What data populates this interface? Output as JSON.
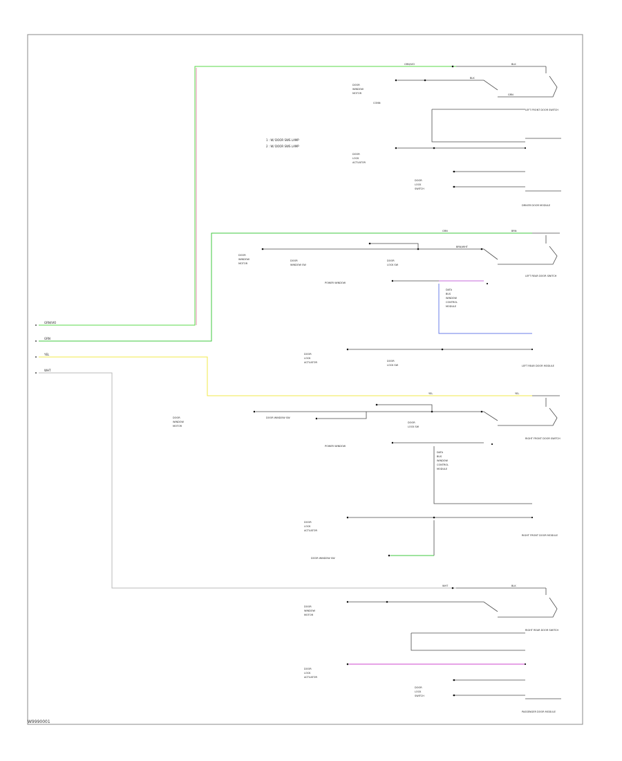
{
  "diagram_code": "W9990001",
  "wire_colors": {
    "grn_vio": "#5ad84a",
    "grn": "#3fca3f",
    "yel": "#f2e84a",
    "wht": "#b8b8b8",
    "pnk": "#e08ca8",
    "vio": "#c46ad8",
    "blu": "#6a7ce8",
    "mag": "#cc44cc"
  },
  "legend": {
    "line1": "1 : W/ DOOR SWS LAMP",
    "line2": "2 : W/ DOOR SWS LAMP"
  },
  "circuits": {
    "c1": "GRN/VIO",
    "c2": "GRN",
    "c3": "YEL",
    "c4": "WHT"
  },
  "components": {
    "lf_door_sw": "LEFT FRONT DOOR SWITCH",
    "lr_door_sw": "LEFT REAR DOOR SWITCH",
    "rf_door_sw": "RIGHT FRONT DOOR SWITCH",
    "rr_door_sw": "RIGHT REAR DOOR SWITCH",
    "lf_door_mod": "DRIVER DOOR MODULE",
    "lr_door_mod": "LEFT REAR DOOR MODULE",
    "rf_door_mod": "RIGHT FRONT DOOR MODULE",
    "rr_door_mod": "PASSENGER DOOR MODULE"
  }
}
